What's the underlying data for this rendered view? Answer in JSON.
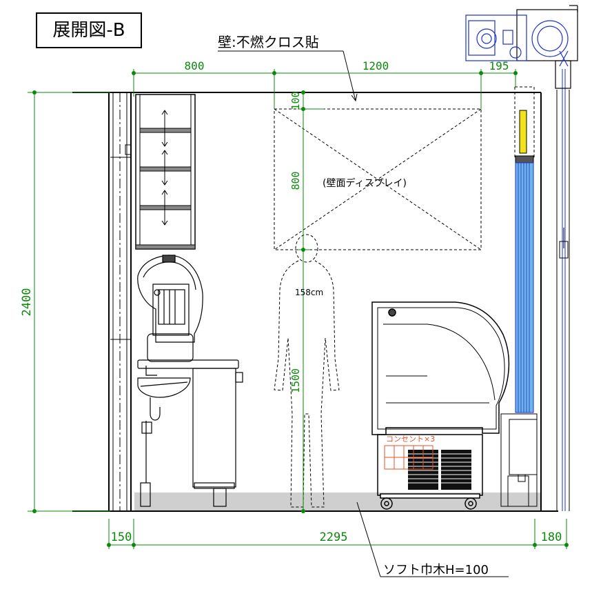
{
  "title": "展開図-B",
  "labels": {
    "wall_finish": "壁:不燃クロス貼",
    "wall_display": "(壁面ディスプレイ)",
    "person_height": "158cm",
    "outlet": "コンセント×3",
    "baseboard": "ソフト巾木H=100"
  },
  "dimensions": {
    "top_1": "800",
    "top_2": "1200",
    "top_3": "195",
    "height_total": "2400",
    "v_100": "100",
    "v_800": "800",
    "v_1500": "1500",
    "bottom_left": "150",
    "bottom_mid": "2295",
    "bottom_right": "180"
  },
  "colors": {
    "dimension": "#0a8a0a",
    "equipment_blue": "#1a2fd0",
    "outlet_red": "#e8502a",
    "curtain_blue": "#6fb4e6",
    "accent_yellow": "#f2e21a",
    "floor_gray": "#cfcfcf"
  }
}
